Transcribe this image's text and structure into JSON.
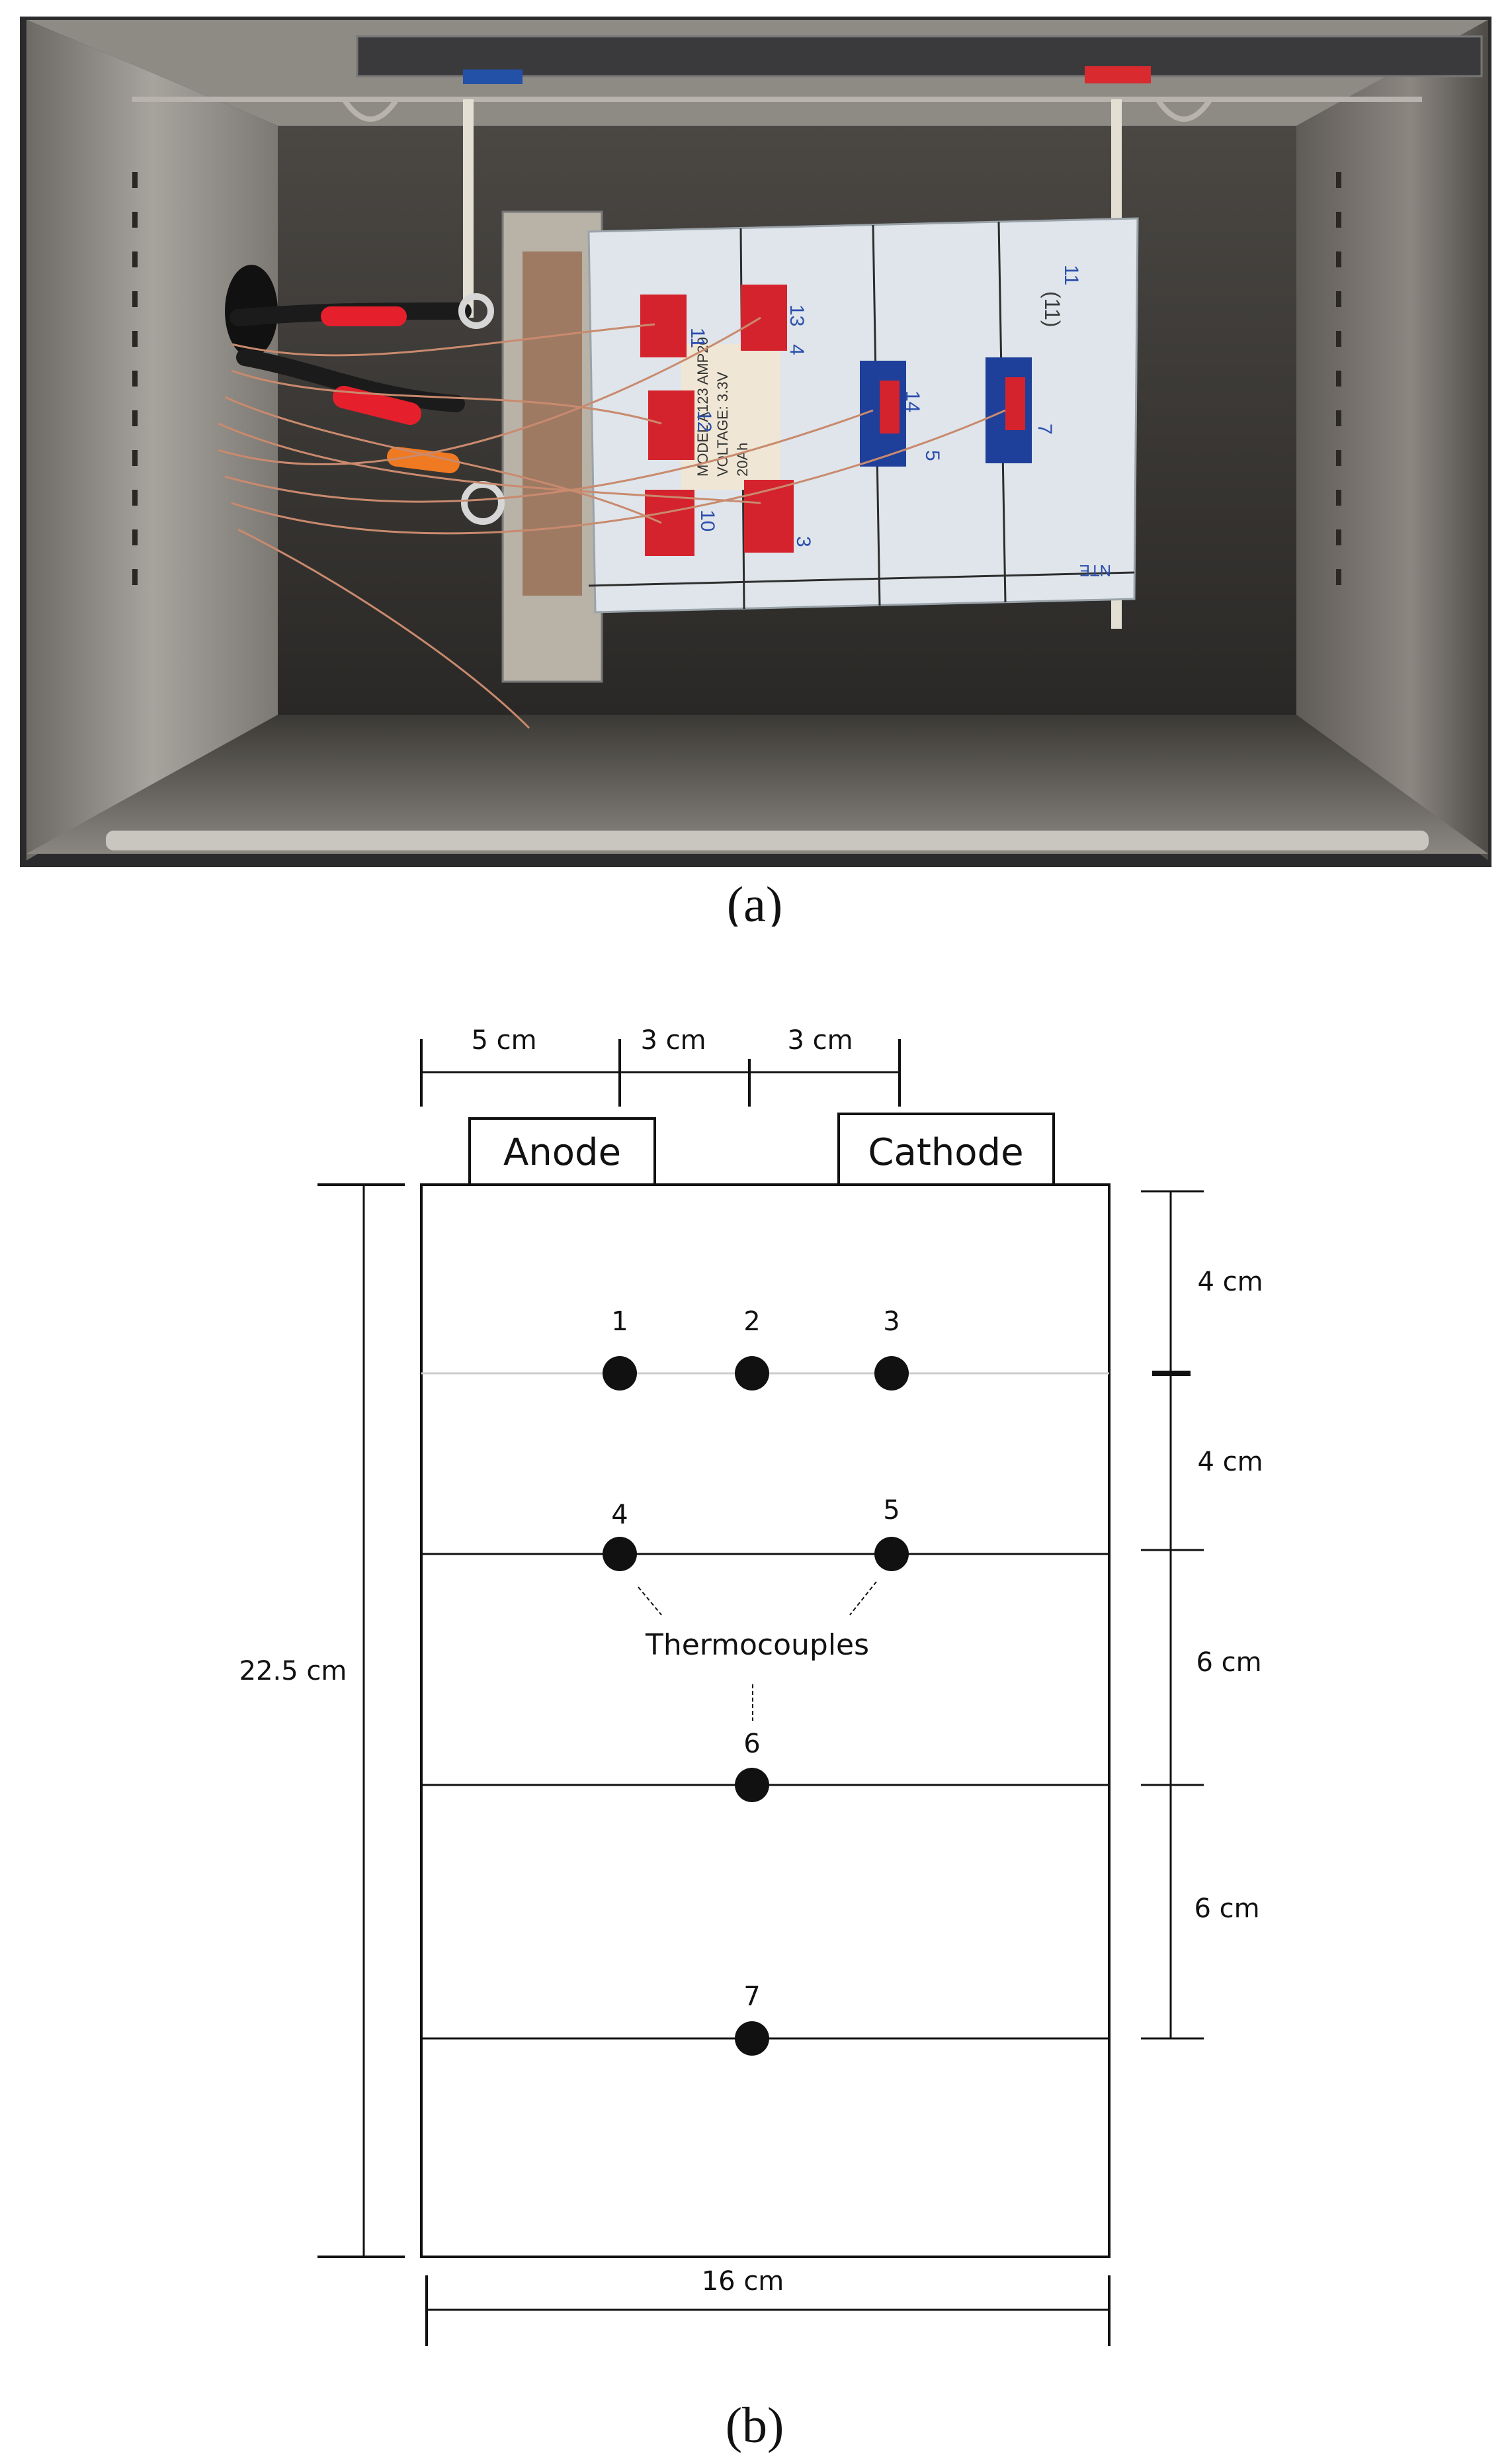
{
  "captions": {
    "a": "(a)",
    "b": "(b)"
  },
  "photo": {
    "cell_label_lines": [
      "MODEL A123 AMP20",
      "VOLTAGE: 3.3V",
      "20Ah"
    ],
    "tape_numbers": [
      "11",
      "13",
      "12",
      "4",
      "10",
      "3",
      "14",
      "5",
      "7",
      "11"
    ],
    "handwriting_top": "(11)",
    "corner_text": "NTE"
  },
  "diagram": {
    "terminals": {
      "anode": "Anode",
      "cathode": "Cathode"
    },
    "top_dims": [
      "5 cm",
      "3 cm",
      "3 cm"
    ],
    "right_dims": [
      "4 cm",
      "4 cm",
      "6 cm",
      "6 cm"
    ],
    "height_label": "22.5 cm",
    "width_label": "16 cm",
    "thermocouples_label": "Thermocouples",
    "points": [
      "1",
      "2",
      "3",
      "4",
      "5",
      "6",
      "7"
    ]
  }
}
